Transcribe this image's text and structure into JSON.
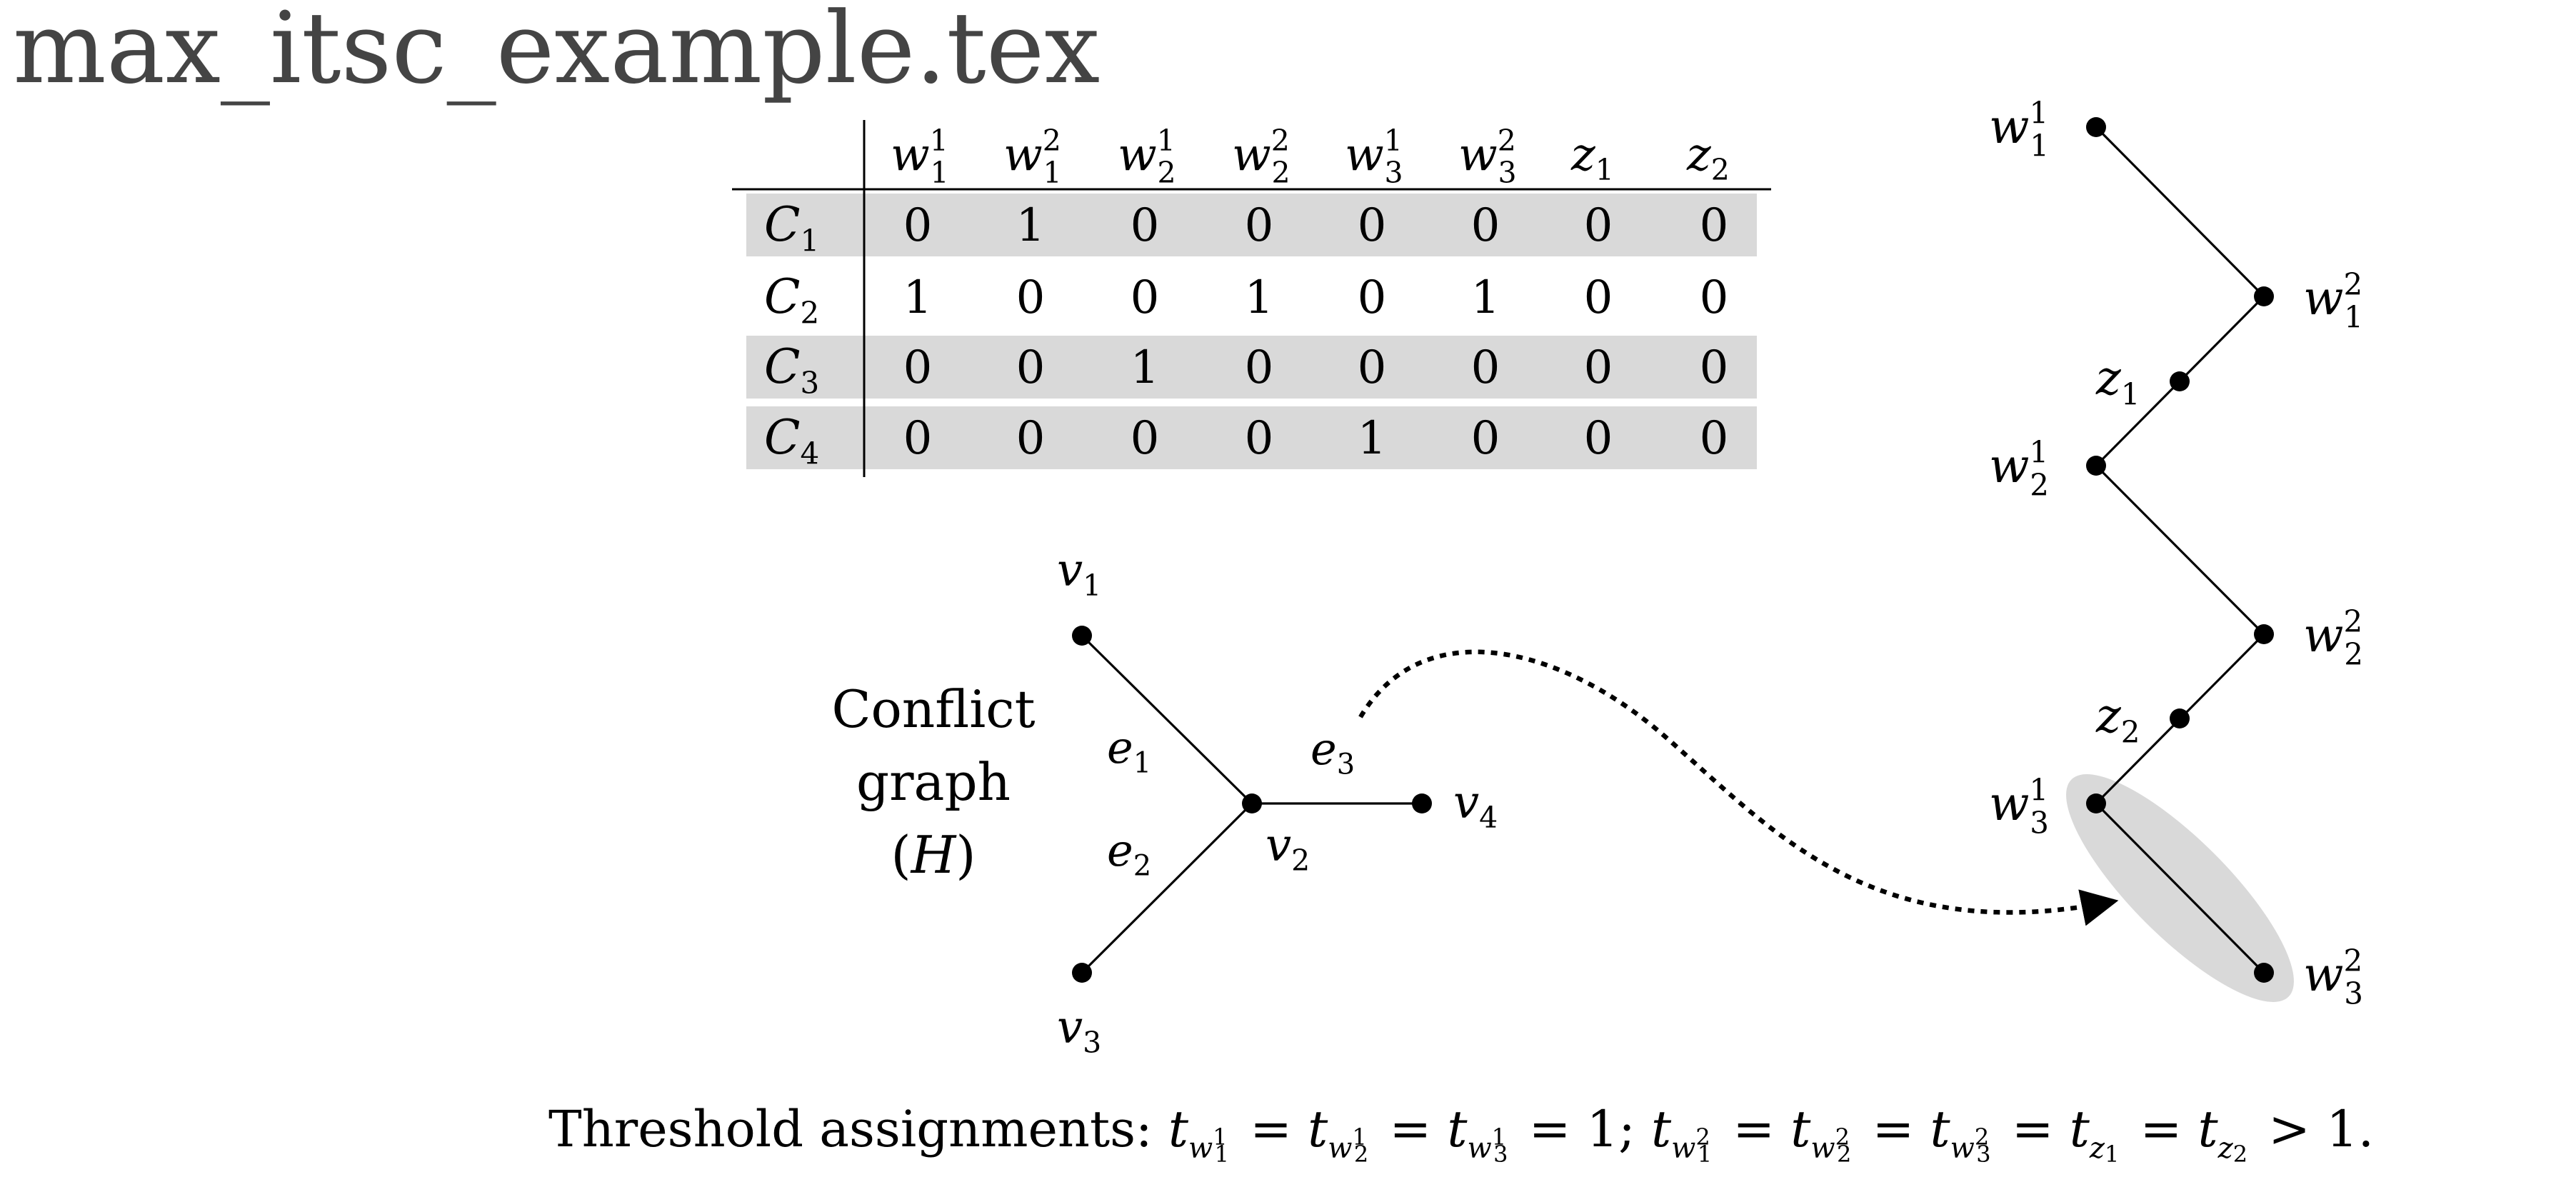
{
  "title": "max_itsc_example.tex",
  "matrix": {
    "columns": [
      {
        "base": "w",
        "sub": "1",
        "sup": "1"
      },
      {
        "base": "w",
        "sub": "1",
        "sup": "2"
      },
      {
        "base": "w",
        "sub": "2",
        "sup": "1"
      },
      {
        "base": "w",
        "sub": "2",
        "sup": "2"
      },
      {
        "base": "w",
        "sub": "3",
        "sup": "1"
      },
      {
        "base": "w",
        "sub": "3",
        "sup": "2"
      },
      {
        "base": "z",
        "sub": "1",
        "sup": ""
      },
      {
        "base": "z",
        "sub": "2",
        "sup": ""
      }
    ],
    "rows": [
      {
        "base": "C",
        "sub": "1",
        "shaded": true,
        "values": [
          "0",
          "1",
          "0",
          "0",
          "0",
          "0",
          "0",
          "0"
        ]
      },
      {
        "base": "C",
        "sub": "2",
        "shaded": false,
        "values": [
          "1",
          "0",
          "0",
          "1",
          "0",
          "1",
          "0",
          "0"
        ]
      },
      {
        "base": "C",
        "sub": "3",
        "shaded": true,
        "values": [
          "0",
          "0",
          "1",
          "0",
          "0",
          "0",
          "0",
          "0"
        ]
      },
      {
        "base": "C",
        "sub": "4",
        "shaded": true,
        "values": [
          "0",
          "0",
          "0",
          "0",
          "1",
          "0",
          "0",
          "0"
        ]
      }
    ],
    "shade_color": "#d9d9d9"
  },
  "conflict_graph": {
    "caption_lines": [
      "Conflict",
      "graph",
      "(H)"
    ],
    "nodes": [
      {
        "id": "v1",
        "base": "v",
        "sub": "1"
      },
      {
        "id": "v2",
        "base": "v",
        "sub": "2"
      },
      {
        "id": "v3",
        "base": "v",
        "sub": "3"
      },
      {
        "id": "v4",
        "base": "v",
        "sub": "4"
      }
    ],
    "edges": [
      {
        "from": "v1",
        "to": "v2",
        "base": "e",
        "sub": "1"
      },
      {
        "from": "v3",
        "to": "v2",
        "base": "e",
        "sub": "2"
      },
      {
        "from": "v2",
        "to": "v4",
        "base": "e",
        "sub": "3"
      }
    ]
  },
  "path_graph": {
    "nodes": [
      {
        "id": "w11",
        "base": "w",
        "sub": "1",
        "sup": "1"
      },
      {
        "id": "w12",
        "base": "w",
        "sub": "1",
        "sup": "2"
      },
      {
        "id": "z1",
        "base": "z",
        "sub": "1",
        "sup": ""
      },
      {
        "id": "w21",
        "base": "w",
        "sub": "2",
        "sup": "1"
      },
      {
        "id": "w22",
        "base": "w",
        "sub": "2",
        "sup": "2"
      },
      {
        "id": "z2",
        "base": "z",
        "sub": "2",
        "sup": ""
      },
      {
        "id": "w31",
        "base": "w",
        "sub": "3",
        "sup": "1"
      },
      {
        "id": "w32",
        "base": "w",
        "sub": "3",
        "sup": "2"
      }
    ],
    "edges": [
      [
        "w11",
        "w12"
      ],
      [
        "w12",
        "w21"
      ],
      [
        "w21",
        "w22"
      ],
      [
        "w22",
        "w31"
      ],
      [
        "w31",
        "w32"
      ]
    ],
    "highlighted_edge": [
      "w31",
      "w32"
    ],
    "highlight_color": "#d9d9d9"
  },
  "dotted_arrow": {
    "from_edge": "e3",
    "to_edge": "w31-w32"
  },
  "threshold": {
    "prefix": "Threshold assignments:",
    "group1": {
      "subs": [
        {
          "sub": "1",
          "sup": "1"
        },
        {
          "sub": "2",
          "sup": "1"
        },
        {
          "sub": "3",
          "sup": "1"
        }
      ],
      "relation": "=",
      "value": "1"
    },
    "group2": {
      "subs": [
        {
          "base": "w",
          "sub": "1",
          "sup": "2"
        },
        {
          "base": "w",
          "sub": "2",
          "sup": "2"
        },
        {
          "base": "w",
          "sub": "3",
          "sup": "2"
        },
        {
          "base": "z",
          "sub": "1",
          "sup": ""
        },
        {
          "base": "z",
          "sub": "2",
          "sup": ""
        }
      ],
      "relation": ">",
      "value": "1"
    }
  }
}
